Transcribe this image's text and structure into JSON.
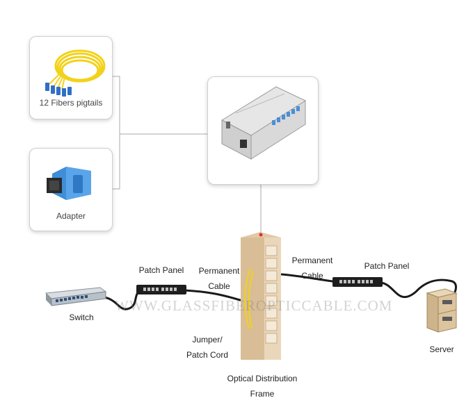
{
  "cards": {
    "pigtails": {
      "label": "12 Fibers pigtails",
      "icon": "fiber-pigtail-coil"
    },
    "adapter": {
      "label": "Adapter",
      "icon": "sc-adapter"
    },
    "rack_module": {
      "icon": "optical-rack-module"
    }
  },
  "devices": {
    "switch": {
      "label": "Switch"
    },
    "patch_panel_left": {
      "label": "Patch Panel"
    },
    "permanent_cable_left": {
      "line1": "Permanent",
      "line2": "Cable"
    },
    "odf": {
      "line1": "Optical Distribution",
      "line2": "Frame"
    },
    "jumper": {
      "line1": "Jumper/",
      "line2": "Patch Cord"
    },
    "permanent_cable_right": {
      "line1": "Permanent",
      "line2": "Cable"
    },
    "patch_panel_right": {
      "label": "Patch Panel"
    },
    "server": {
      "label": "Server"
    }
  },
  "watermark": "WWW.GLASSFIBEROPTICCABLE.COM",
  "colors": {
    "fiber_yellow": "#f2d21b",
    "adapter_blue": "#3e8ed8",
    "odf_tan": "#e2c9a6",
    "cable_black": "#1a1a1a",
    "connector_line": "#9a9a9a"
  }
}
